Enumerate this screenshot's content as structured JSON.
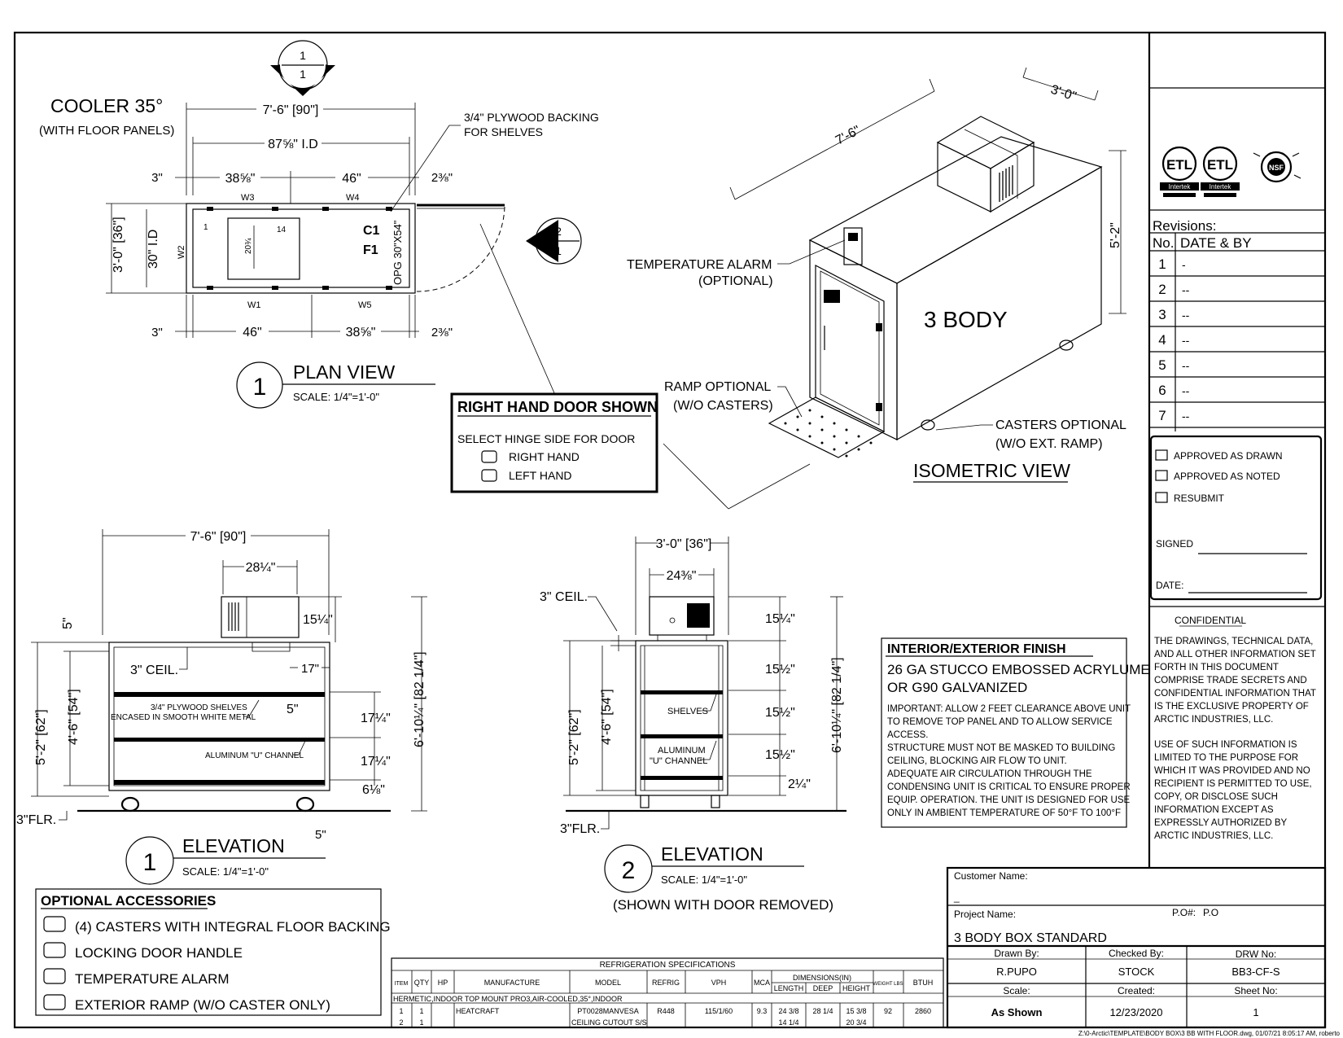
{
  "plan": {
    "title": "COOLER 35°",
    "subtitle": "(WITH FLOOR PANELS)",
    "dim_overall": "7'-6\" [90\"]",
    "dim_id": "87⅝\" I.D",
    "dim_left": "3\"",
    "dim_a": "38⅝\"",
    "dim_b": "46\"",
    "dim_right": "2⅜\"",
    "dim_bot_left": "3\"",
    "dim_bot_a": "46\"",
    "dim_bot_b": "38⅝\"",
    "dim_bot_right": "2⅜\"",
    "depth_outer": "3'-0\" [36\"]",
    "depth_id": "30\" I.D",
    "w1": "W1",
    "w2": "W2",
    "w3": "W3",
    "w4": "W4",
    "w5": "W5",
    "c1": "C1",
    "f1": "F1",
    "opening": "OPG 30\"X54\"",
    "unit_w": "14",
    "unit_d": "20¾",
    "unit_off": "1",
    "callout": "3/4\" PLYWOOD  BACKING",
    "callout2": "FOR SHELVES",
    "view_num": "1",
    "view_title": "PLAN VIEW",
    "scale": "SCALE:    1/4\"=1'-0\"",
    "section1_top": "1",
    "section1_bot": "1",
    "section2_top": "2",
    "section2_bot": "1"
  },
  "door_box": {
    "title": "RIGHT HAND DOOR SHOWN",
    "prompt": "SELECT HINGE SIDE FOR DOOR",
    "opt1": "RIGHT HAND",
    "opt2": "LEFT HAND"
  },
  "iso": {
    "len": "7'-6\"",
    "depth": "3'-0\"",
    "height": "5'-2\"",
    "body_label": "3 BODY",
    "alarm": "TEMPERATURE ALARM",
    "alarm2": "(OPTIONAL)",
    "ramp": "RAMP OPTIONAL",
    "ramp2": "(W/O CASTERS)",
    "casters": "CASTERS OPTIONAL",
    "casters2": "(W/O EXT. RAMP)",
    "title": "ISOMETRIC VIEW"
  },
  "elev1": {
    "dim_overall": "7'-6\" [90\"]",
    "dim_unit": "28¼\"",
    "top5": "5\"",
    "unit_h": "15¼\"",
    "ceil": "3\" CEIL.",
    "d17": "17\"",
    "d5": "5\"",
    "shelf1": "17¼\"",
    "shelf2": "17¼\"",
    "base": "6⅛\"",
    "shelves_note": "3/4\" PLYWOOD  SHELVES",
    "shelves_note2": "ENCASED IN SMOOTH WHITE METAL",
    "channel": "ALUMINUM \"U\" CHANNEL",
    "h_outer": "5'-2\" [62\"]",
    "h_inner": "4'-6\" [54\"]",
    "h_total": "6'-10¼\" [82 1/4\"]",
    "flr": "3\"FLR.",
    "flr_dim": "5\"",
    "view_num": "1",
    "view_title": "ELEVATION",
    "scale": "SCALE:    1/4\"=1'-0\""
  },
  "elev2": {
    "dim_overall": "3'-0\" [36\"]",
    "dim_unit": "24⅜\"",
    "ceil": "3\" CEIL.",
    "unit_h": "15¼\"",
    "s1": "15½\"",
    "s2": "15½\"",
    "s3": "15½\"",
    "base": "2¼\"",
    "shelves": "SHELVES",
    "channel": "ALUMINUM",
    "channel2": "\"U\" CHANNEL",
    "h_outer": "5'-2\" [62\"]",
    "h_inner": "4'-6\" [54\"]",
    "h_total": "6'-10¼\" [82 1/4\"]",
    "flr": "3\"FLR.",
    "view_num": "2",
    "view_title": "ELEVATION",
    "scale": "SCALE:    1/4\"=1'-0\"",
    "note": "(SHOWN WITH DOOR REMOVED)"
  },
  "finish": {
    "title": "INTERIOR/EXTERIOR FINISH",
    "line1": "26 GA STUCCO EMBOSSED ACRYLUME",
    "line2": "OR G90 GALVANIZED",
    "notes": [
      "IMPORTANT: ALLOW 2 FEET CLEARANCE ABOVE UNIT",
      "TO REMOVE TOP PANEL AND TO ALLOW SERVICE",
      "ACCESS.",
      "STRUCTURE MUST NOT BE MASKED TO BUILDING",
      "CEILING, BLOCKING AIR FLOW TO UNIT.",
      "ADEQUATE AIR CIRCULATION THROUGH THE",
      "CONDENSING UNIT IS CRITICAL TO ENSURE PROPER",
      "EQUIP. OPERATION. THE UNIT IS DESIGNED FOR USE",
      "ONLY IN AMBIENT TEMPERATURE OF 50°F TO 100°F"
    ]
  },
  "accessories": {
    "title": "OPTIONAL ACCESSORIES",
    "items": [
      "(4) CASTERS WITH INTEGRAL FLOOR BACKING",
      "LOCKING DOOR HANDLE",
      "TEMPERATURE ALARM",
      "EXTERIOR RAMP (W/O CASTER ONLY)"
    ]
  },
  "refrig": {
    "title": "REFRIGERATION SPECIFICATIONS",
    "headers": [
      "ITEM",
      "QTY",
      "HP",
      "MANUFACTURE",
      "MODEL",
      "REFRIG",
      "VPH",
      "MCA",
      "DIMENSIONS(IN)",
      "WEIGHT LBS",
      "BTUH"
    ],
    "subheaders": [
      "LENGTH",
      "DEEP",
      "HEIGHT"
    ],
    "desc": "HERMETIC,INDOOR TOP MOUNT PRO3,AIR-COOLED,35°,INDOOR",
    "rows": [
      [
        "1",
        "1",
        "",
        "HEATCRAFT",
        "PT0028MANVESA",
        "R448",
        "115/1/60",
        "9.3",
        "24 3/8",
        "28 1/4",
        "15 3/8",
        "92",
        "2860"
      ],
      [
        "2",
        "1",
        "",
        "",
        "CEILING CUTOUT  S/S",
        "",
        "",
        "",
        "14 1/4",
        "",
        "20 3/4",
        "",
        ""
      ]
    ]
  },
  "revisions": {
    "title": "Revisions:",
    "col_no": "No.",
    "col_date": "DATE & BY",
    "rows": [
      {
        "n": "1",
        "v": "-"
      },
      {
        "n": "2",
        "v": "--"
      },
      {
        "n": "3",
        "v": "--"
      },
      {
        "n": "4",
        "v": "--"
      },
      {
        "n": "5",
        "v": "--"
      },
      {
        "n": "6",
        "v": "--"
      },
      {
        "n": "7",
        "v": "--"
      }
    ]
  },
  "approval": {
    "opt1": "APPROVED AS DRAWN",
    "opt2": "APPROVED AS NOTED",
    "opt3": "RESUBMIT",
    "signed": "SIGNED",
    "date": "DATE:"
  },
  "logos": {
    "logo1_text": "Intertek",
    "logo2_text": "Intertek",
    "logo3_text": "NSF"
  },
  "confidential": {
    "title": "CONFIDENTIAL",
    "p1": [
      "THE DRAWINGS, TECHNICAL DATA,",
      "AND ALL OTHER INFORMATION SET",
      "FORTH IN THIS DOCUMENT",
      "COMPRISE TRADE SECRETS AND",
      "CONFIDENTIAL INFORMATION THAT",
      "IS THE EXCLUSIVE PROPERTY OF",
      "ARCTIC INDUSTRIES, LLC."
    ],
    "p2": [
      "USE OF SUCH INFORMATION IS",
      "LIMITED TO THE PURPOSE FOR",
      "WHICH IT WAS PROVIDED AND NO",
      "RECIPIENT IS PERMITTED TO USE,",
      "COPY, OR DISCLOSE SUCH",
      "INFORMATION EXCEPT AS",
      "EXPRESSLY AUTHORIZED BY",
      "ARCTIC INDUSTRIES, LLC."
    ]
  },
  "title_block": {
    "customer_label": "Customer Name:",
    "customer_value": "_",
    "project_label": "Project Name:",
    "po_label": "P.O#:",
    "po_value": "P.O",
    "project_value": "3 BODY BOX STANDARD",
    "drawn_label": "Drawn By:",
    "drawn_value": "R.PUPO",
    "checked_label": "Checked By:",
    "checked_value": "STOCK",
    "drw_label": "DRW No:",
    "drw_value": "BB3-CF-S",
    "scale_label": "Scale:",
    "scale_value": "As Shown",
    "created_label": "Created:",
    "created_value": "12/23/2020",
    "sheet_label": "Sheet No:",
    "sheet_value": "1",
    "path": "Z:\\0-Arctic\\TEMPLATE\\BODY BOX\\3 BB WITH FLOOR.dwg, 01/07/21 8:05:17 AM, roberto"
  }
}
